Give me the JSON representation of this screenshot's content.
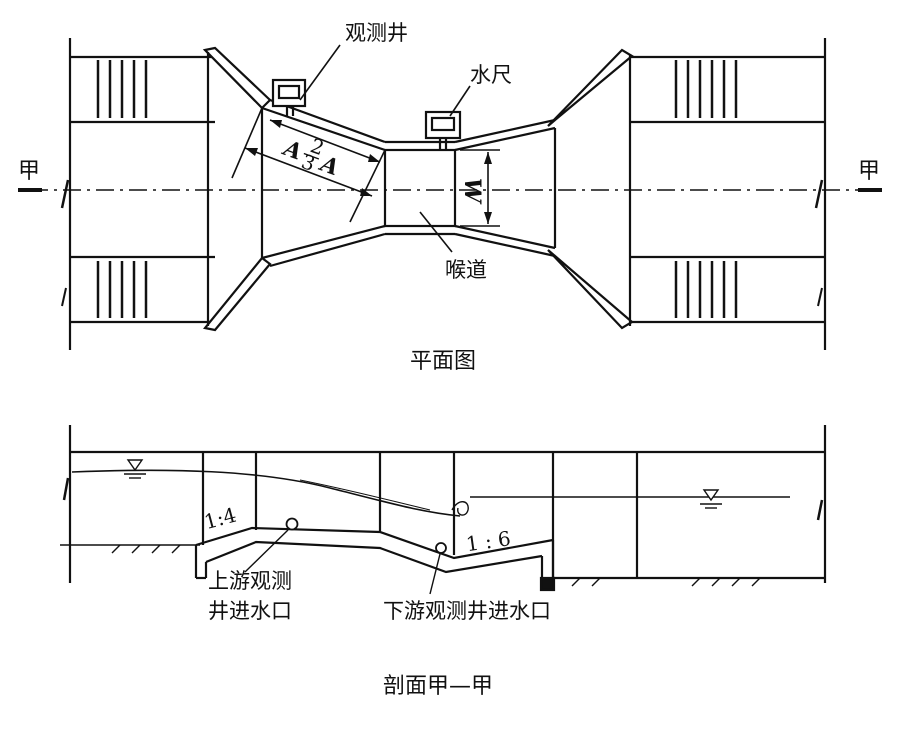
{
  "plan": {
    "caption": "平面图",
    "section_mark_left": "甲",
    "section_mark_right": "甲",
    "label_well": "观测井",
    "label_gauge": "水尺",
    "label_throat": "喉道",
    "dim_fraction_num": "2",
    "dim_fraction_den": "3",
    "dim_A_small": "A",
    "dim_A": "A",
    "dim_W": "W"
  },
  "section": {
    "caption": "剖面甲—甲",
    "slope_upstream": "1:4",
    "slope_downstream": "1 : 6",
    "label_upstream_line1": "上游观测",
    "label_upstream_line2": "井进水口",
    "label_downstream": "下游观测井进水口"
  }
}
